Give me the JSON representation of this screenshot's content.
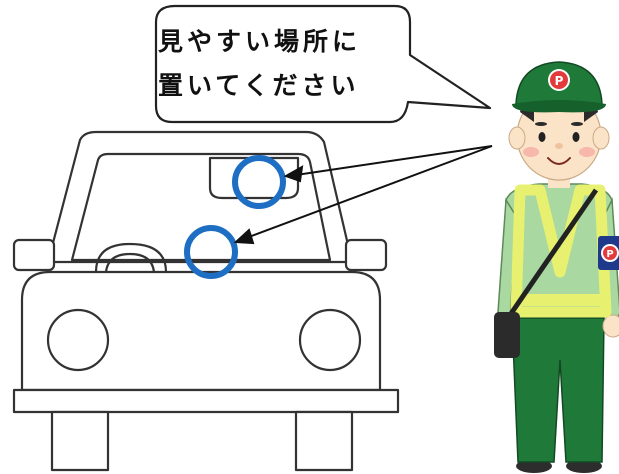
{
  "speech_bubble": {
    "line1": "見やすい場所に",
    "line2": "置いてください"
  },
  "attendant": {
    "cap_badge": "P",
    "armband_badge": "P"
  },
  "colors": {
    "uniform_green": "#1f7a3a",
    "shirt_green": "#a9d8a0",
    "vest_yellow": "#e8f070",
    "marker_blue": "#1e6fc4",
    "skin": "#fbe3c8"
  }
}
